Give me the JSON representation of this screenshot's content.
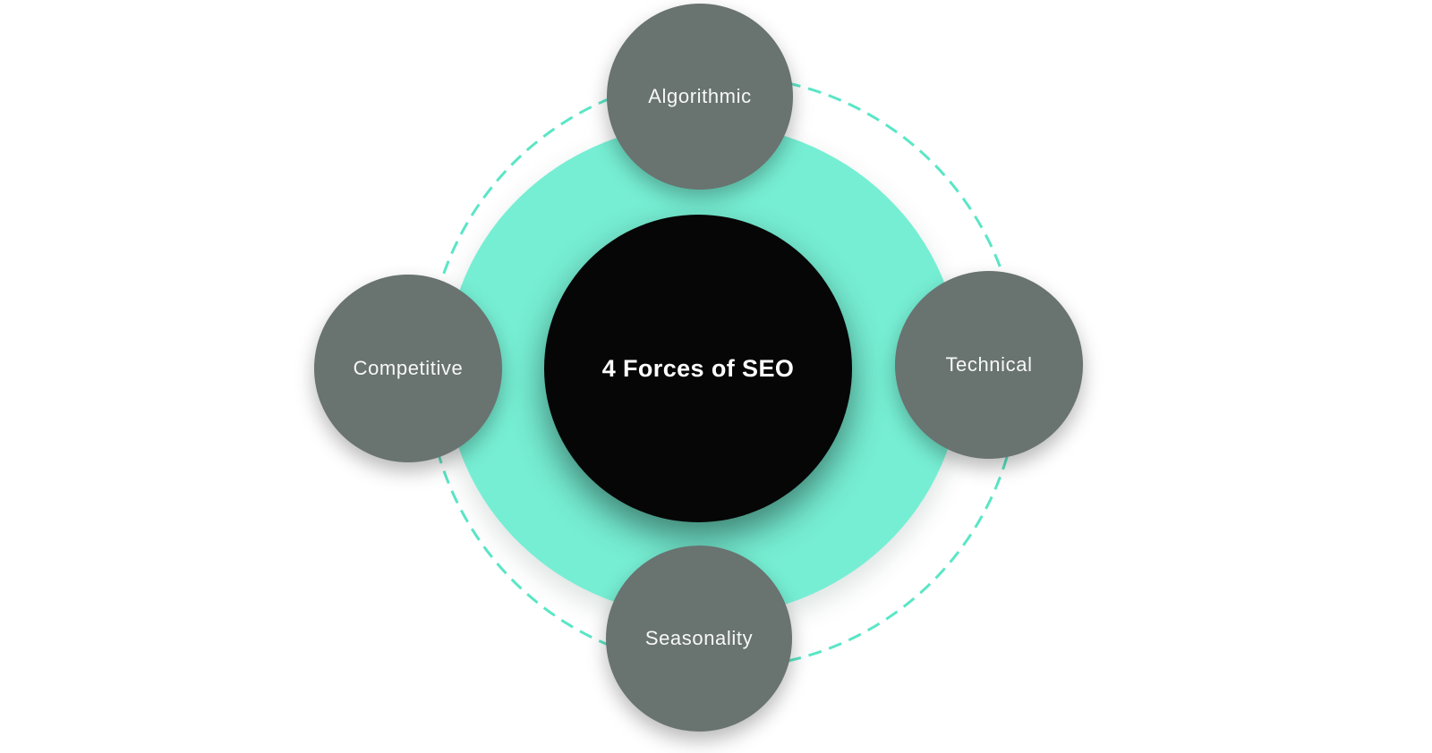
{
  "diagram": {
    "center": {
      "label": "4 Forces of SEO"
    },
    "satellites": [
      {
        "label": "Algorithmic",
        "position": "top"
      },
      {
        "label": "Technical",
        "position": "right"
      },
      {
        "label": "Seasonality",
        "position": "bottom"
      },
      {
        "label": "Competitive",
        "position": "left"
      }
    ],
    "colors": {
      "background": "#ffffff",
      "teal_ring": "#76eed3",
      "dashed_ring": "#5ae6c6",
      "satellite_gray": "#697370",
      "center_black": "#060606",
      "label_text": "#ffffff"
    }
  }
}
